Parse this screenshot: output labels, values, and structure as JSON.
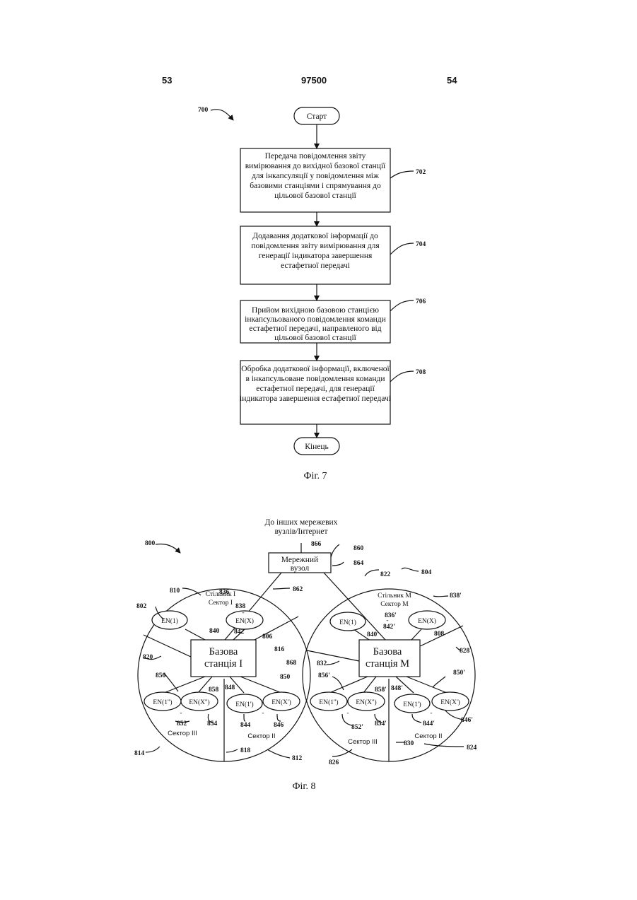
{
  "header": {
    "left_page": "53",
    "doc_number": "97500",
    "right_page": "54"
  },
  "fig7": {
    "ref": "700",
    "start": "Старт",
    "end": "Кінець",
    "caption": "Фіг. 7",
    "steps": [
      {
        "ref": "702",
        "lines": [
          "Передача повідомлення звіту",
          "вимірювання до вихідної базової станції",
          "для інкапсуляції у повідомлення між",
          "базовими станціями і спрямування до",
          "цільової базової станції"
        ]
      },
      {
        "ref": "704",
        "lines": [
          "Додавання додаткової інформації до",
          "повідомлення звіту вимірювання для",
          "генерації індикатора завершення",
          "естафетної передачі"
        ]
      },
      {
        "ref": "706",
        "lines": [
          "Прийом вихідною базовою станцією",
          "інкапсульованого повідомлення команди",
          "естафетної передачі, направленого від",
          "цільової базової станції"
        ]
      },
      {
        "ref": "708",
        "lines": [
          "Обробка додаткової інформації, включеної",
          "в інкапсульоване повідомлення команди",
          "естафетної передачі, для генерації",
          "індикатора завершення естафетної передачі"
        ]
      }
    ]
  },
  "fig8": {
    "caption": "Фіг. 8",
    "top_text": [
      "До інших мережевих",
      "вузлів/Інтернет"
    ],
    "network_node": [
      "Мережний",
      "вузол"
    ],
    "ref_800": "800",
    "refs": [
      "866",
      "860",
      "864",
      "822",
      "804",
      "810",
      "862",
      "802",
      "838",
      "836",
      "842",
      "840",
      "806",
      "816",
      "820",
      "868",
      "856",
      "858",
      "848",
      "850",
      "852",
      "854",
      "844",
      "846",
      "814",
      "818",
      "812",
      "838'",
      "836'",
      "842'",
      "840'",
      "808",
      "828",
      "832",
      "856'",
      "858'",
      "848'",
      "850'",
      "852'",
      "854'",
      "844'",
      "846'",
      "830",
      "824",
      "826"
    ],
    "cell1": {
      "title": [
        "Стільник I",
        "Сектор I"
      ],
      "bs": [
        "Базова",
        "станція I"
      ],
      "en_x": "EN(X)",
      "en_1": "EN(1)",
      "en_1pp": "EN(1'')",
      "en_xpp": "EN(X'')",
      "en_1p": "EN(1')",
      "en_xp": "EN(X')",
      "sector3": "Сектор III",
      "sector2": "Сектор II"
    },
    "cell2": {
      "title": [
        "Стільник M",
        "Сектор M"
      ],
      "bs": [
        "Базова",
        "станція M"
      ],
      "en_x": "EN(X)",
      "en_1": "EN(1)",
      "en_1pp": "EN(1'')",
      "en_xpp": "EN(X'')",
      "en_1p": "EN(1')",
      "en_xp": "EN(X')",
      "sector3": "Сектор III",
      "sector2": "Сектор II"
    },
    "dash": "-"
  }
}
